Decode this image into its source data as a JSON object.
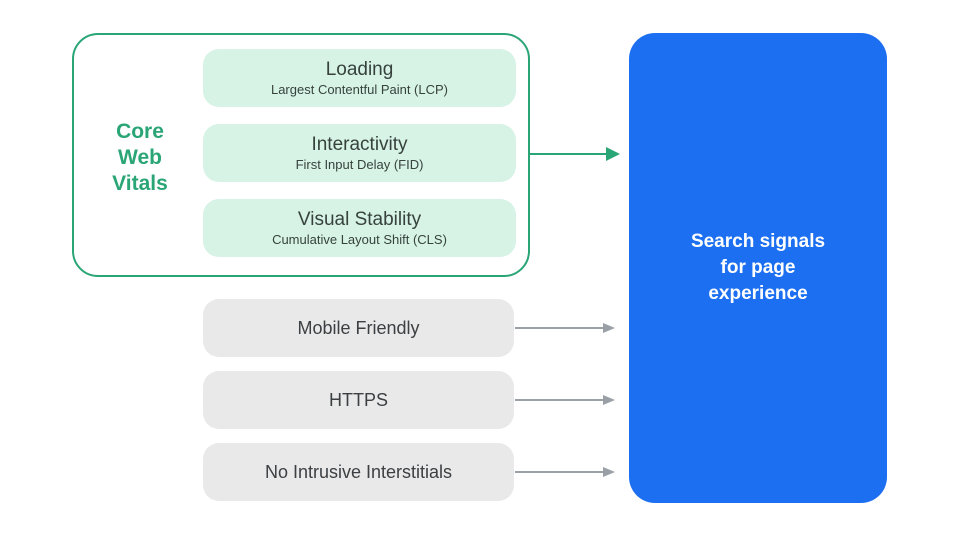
{
  "colors": {
    "green": "#2aa576",
    "green_light": "#d6f3e6",
    "green_box_text": "#37423d",
    "gray_box": "#e9e9e9",
    "gray_box_text": "#3c4043",
    "gray_arrow": "#9aa0a6",
    "blue": "#1b6ff0",
    "blue_text": "#ffffff",
    "background": "#ffffff"
  },
  "core_web_vitals": {
    "label": "Core Web Vitals",
    "label_lines": [
      "Core",
      "Web",
      "Vitals"
    ],
    "vitals": [
      {
        "title": "Loading",
        "subtitle": "Largest Contentful Paint (LCP)"
      },
      {
        "title": "Interactivity",
        "subtitle": "First Input Delay (FID)"
      },
      {
        "title": "Visual Stability",
        "subtitle": "Cumulative Layout Shift (CLS)"
      }
    ]
  },
  "other_signals": [
    "Mobile Friendly",
    "HTTPS",
    "No Intrusive Interstitials"
  ],
  "result_panel": {
    "text": "Search signals for page experience",
    "lines": [
      "Search signals",
      "for page",
      "experience"
    ]
  }
}
